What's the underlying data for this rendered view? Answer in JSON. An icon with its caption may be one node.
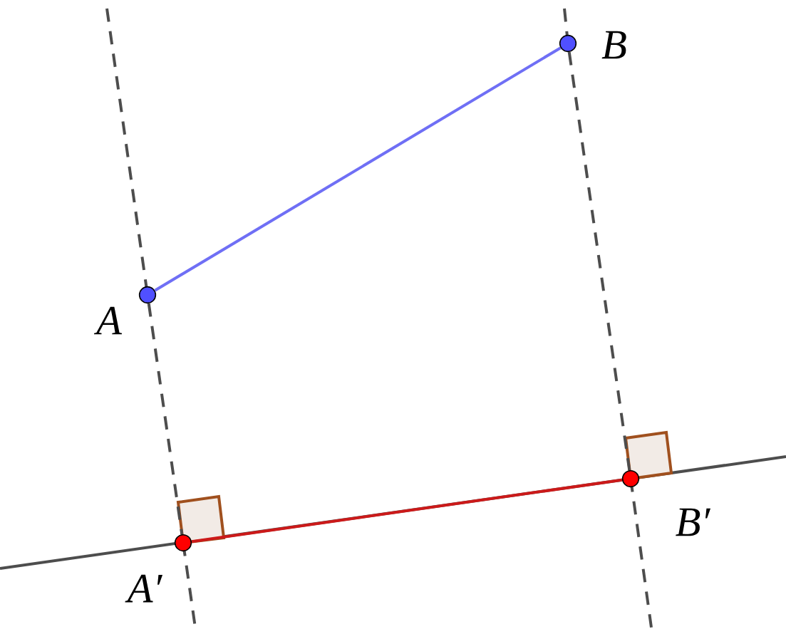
{
  "diagram": {
    "nodes": [
      {
        "text": [],
        "shape": "circle",
        "beside": [
          "A"
        ]
      },
      {
        "text": [],
        "shape": "circle",
        "beside": [
          "B"
        ]
      },
      {
        "text": [],
        "shape": "circle",
        "beside": [
          "A′"
        ]
      },
      {
        "text": [],
        "shape": "circle",
        "beside": [
          "B′"
        ]
      }
    ],
    "edges": [
      {
        "from": 0,
        "to": 1,
        "arrow": "none",
        "color": "#6f6ff5"
      },
      {
        "from": 2,
        "to": 3,
        "arrow": "none",
        "color": "#cc1a1a"
      },
      {
        "from": 0,
        "to": 2,
        "arrow": "none",
        "style": "dashed"
      },
      {
        "from": 1,
        "to": 3,
        "arrow": "none",
        "style": "dashed"
      }
    ]
  }
}
